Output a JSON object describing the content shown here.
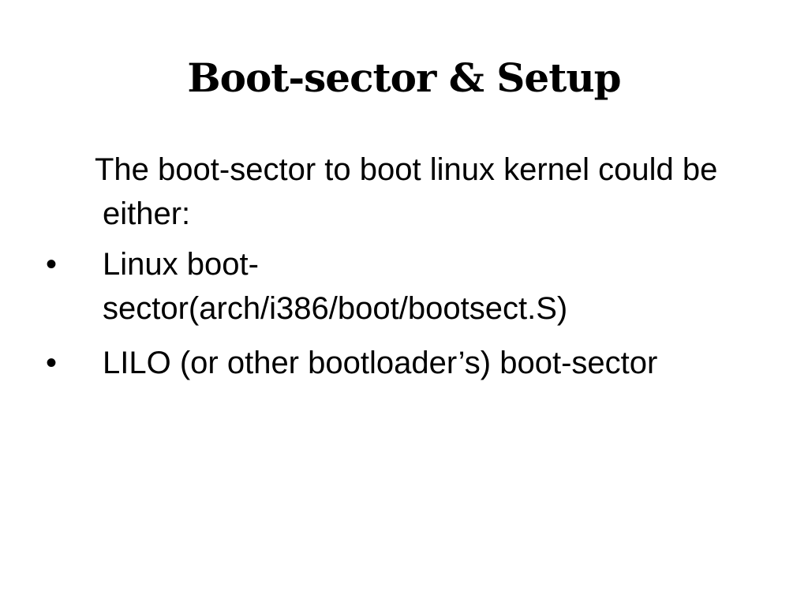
{
  "slide": {
    "title": "Boot-sector & Setup",
    "intro": "The boot-sector to boot linux kernel could be either:",
    "bullet_symbol": "•",
    "bullets": [
      {
        "line1": "Linux boot-",
        "line2": "sector(arch/i386/boot/bootsect.S)"
      },
      {
        "line1": "LILO (or other bootloader’s) boot-sector"
      }
    ]
  }
}
